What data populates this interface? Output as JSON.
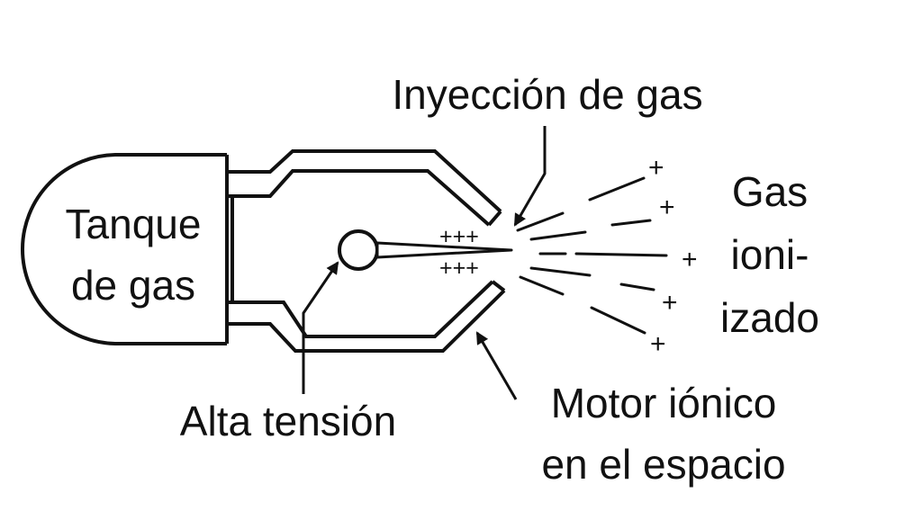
{
  "labels": {
    "tank_line1": "Tanque",
    "tank_line2": "de gas",
    "gas_injection": "Inyección de gas",
    "ionized_line1": "Gas",
    "ionized_line2": "ioni-",
    "ionized_line3": "izado",
    "high_voltage": "Alta tensión",
    "engine_line1": "Motor iónico",
    "engine_line2": "en el espacio"
  },
  "charges": {
    "inner_top": "+++",
    "inner_bottom": "+++",
    "ion": "+"
  },
  "colors": {
    "stroke": "#111111",
    "background": "#ffffff"
  }
}
